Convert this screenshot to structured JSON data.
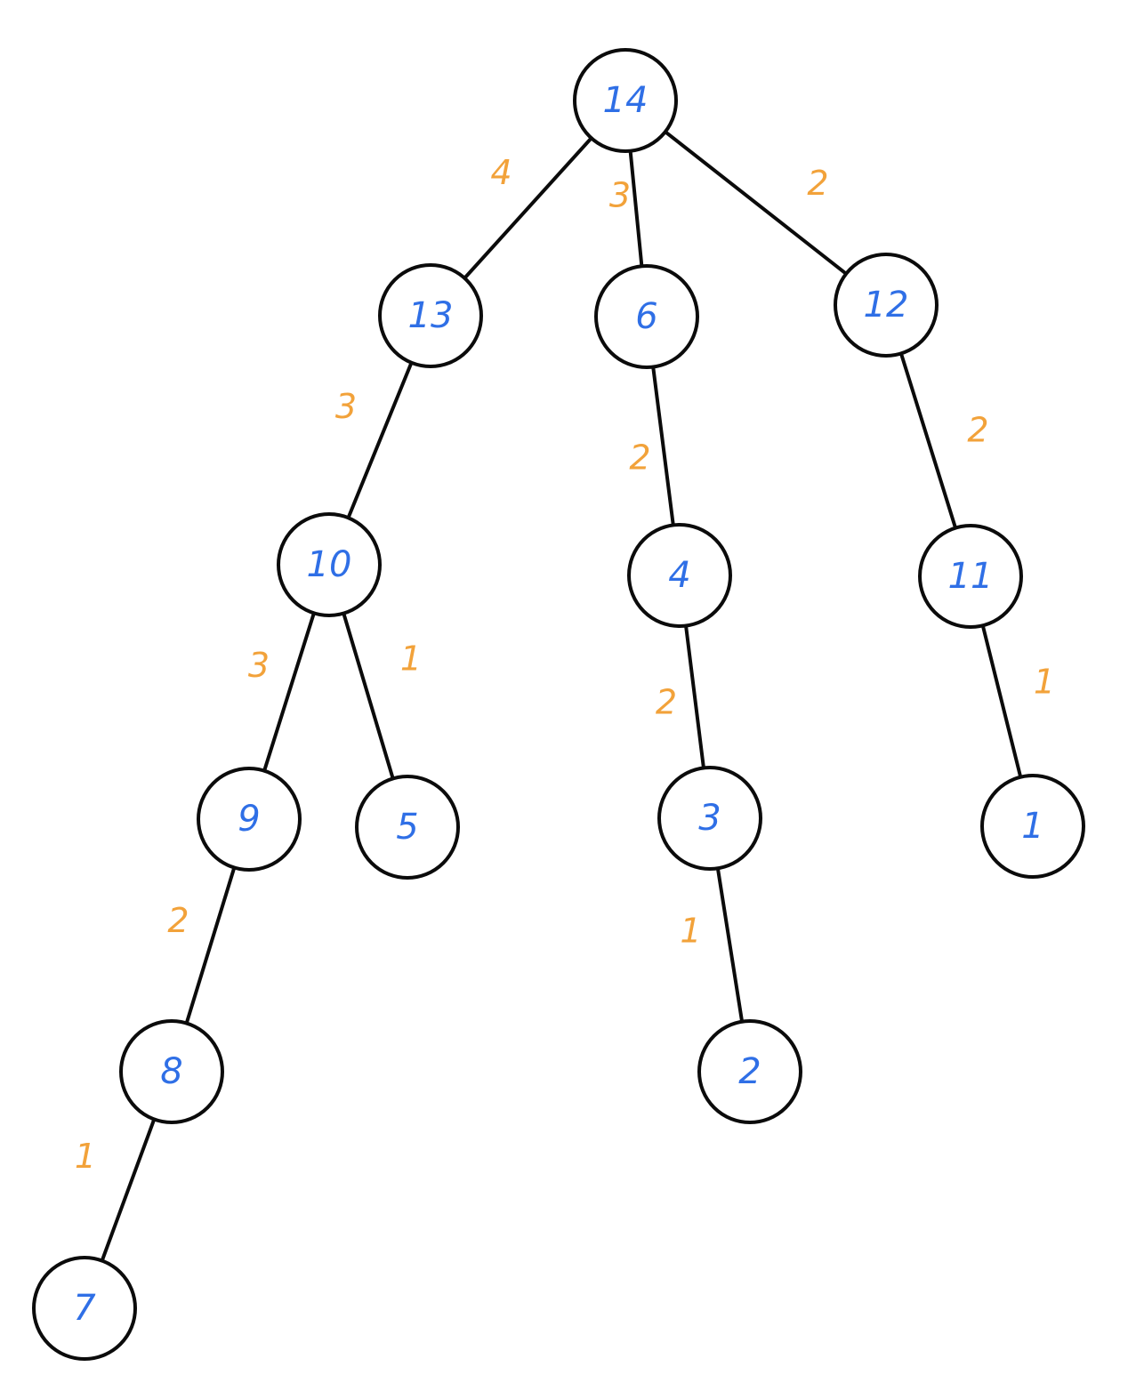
{
  "colors": {
    "node_label": "#2f6fe6",
    "edge_label": "#f2a23a",
    "stroke": "#0b0b0b",
    "background": "#ffffff"
  },
  "nodes": [
    {
      "id": "n14",
      "label": "14"
    },
    {
      "id": "n13",
      "label": "13"
    },
    {
      "id": "n6",
      "label": "6"
    },
    {
      "id": "n12",
      "label": "12"
    },
    {
      "id": "n10",
      "label": "10"
    },
    {
      "id": "n4",
      "label": "4"
    },
    {
      "id": "n11",
      "label": "11"
    },
    {
      "id": "n9",
      "label": "9"
    },
    {
      "id": "n5",
      "label": "5"
    },
    {
      "id": "n3",
      "label": "3"
    },
    {
      "id": "n1",
      "label": "1"
    },
    {
      "id": "n8",
      "label": "8"
    },
    {
      "id": "n2",
      "label": "2"
    },
    {
      "id": "n7",
      "label": "7"
    }
  ],
  "edges": [
    {
      "from": "n14",
      "to": "n13",
      "weight": "4"
    },
    {
      "from": "n14",
      "to": "n6",
      "weight": "3"
    },
    {
      "from": "n14",
      "to": "n12",
      "weight": "2"
    },
    {
      "from": "n13",
      "to": "n10",
      "weight": "3"
    },
    {
      "from": "n6",
      "to": "n4",
      "weight": "2"
    },
    {
      "from": "n12",
      "to": "n11",
      "weight": "2"
    },
    {
      "from": "n10",
      "to": "n9",
      "weight": "3"
    },
    {
      "from": "n10",
      "to": "n5",
      "weight": "1"
    },
    {
      "from": "n4",
      "to": "n3",
      "weight": "2"
    },
    {
      "from": "n11",
      "to": "n1",
      "weight": "1"
    },
    {
      "from": "n9",
      "to": "n8",
      "weight": "2"
    },
    {
      "from": "n3",
      "to": "n2",
      "weight": "1"
    },
    {
      "from": "n8",
      "to": "n7",
      "weight": "1"
    }
  ]
}
